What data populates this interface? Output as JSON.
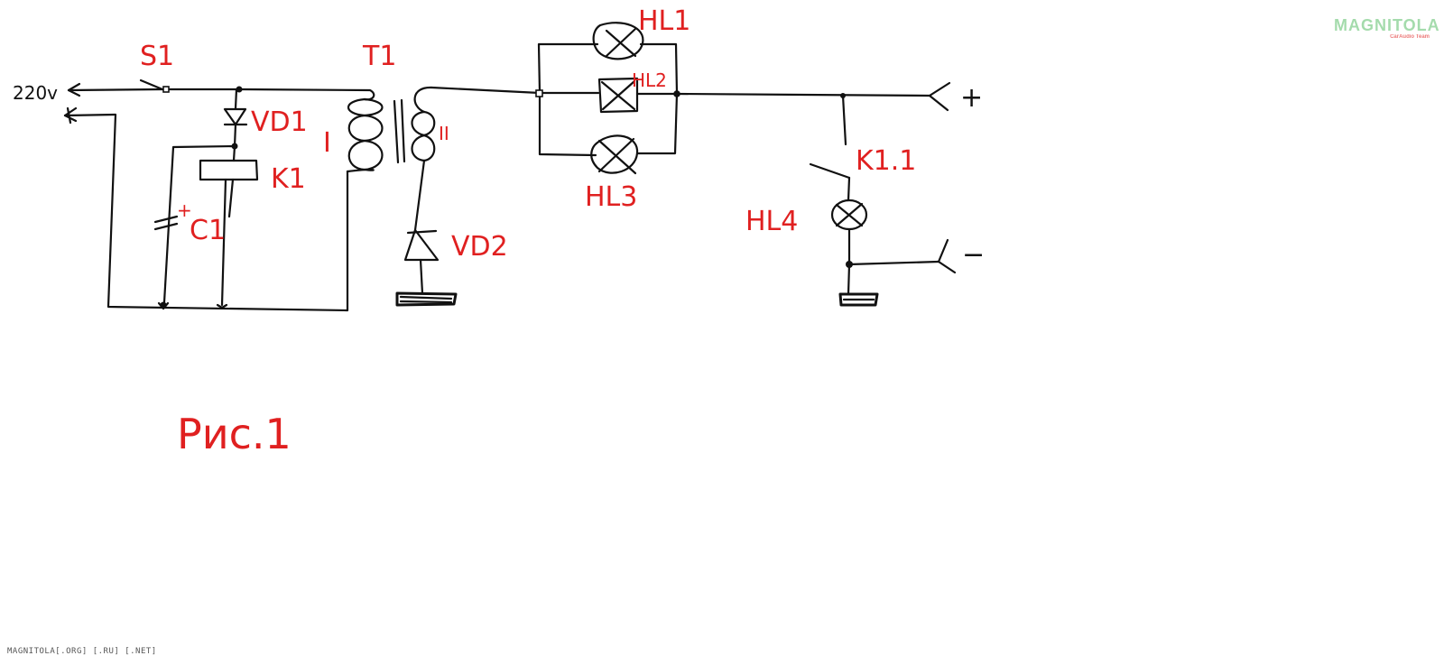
{
  "colors": {
    "label": "#e02020",
    "wire": "#111111",
    "logo_green": "#38b048",
    "logo_red": "#e02020"
  },
  "labels": {
    "voltage": "220v",
    "s1": "S1",
    "t1": "T1",
    "vd1": "VD1",
    "k1": "K1",
    "c1": "C1",
    "c1_plus": "+",
    "winding_i": "I",
    "winding_ii": "II",
    "vd2": "VD2",
    "hl1": "HL1",
    "hl2": "HL2",
    "hl3": "HL3",
    "hl4": "HL4",
    "k11": "K1.1",
    "plus": "+",
    "minus": "−",
    "caption": "Рис.1"
  },
  "watermark": {
    "logo": "MAGNITOLA",
    "tagline": "CarAudio Team"
  },
  "footer": {
    "text": "MAGNITOLA[.ORG] [.RU] [.NET]"
  }
}
